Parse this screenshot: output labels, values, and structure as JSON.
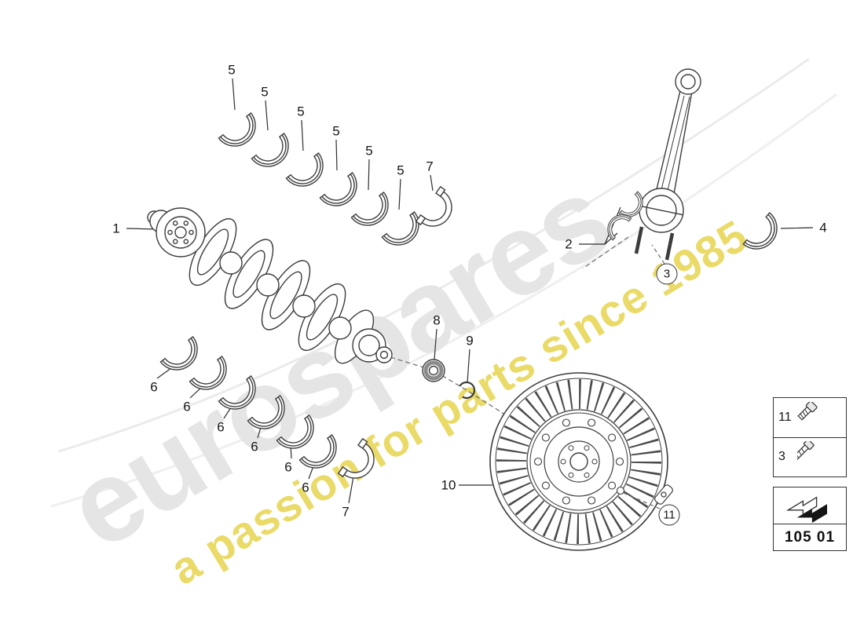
{
  "watermark": {
    "brand": "eurospares",
    "tagline": "a passion for parts since 1985",
    "brand_color": "#e5e5e5",
    "tagline_color": "#e7d44e"
  },
  "callouts": {
    "no1": "1",
    "no2": "2",
    "no3": "3",
    "no4": "4",
    "no5": "5",
    "no6": "6",
    "no7": "7",
    "no8": "8",
    "no9": "9",
    "no10": "10",
    "no11": "11"
  },
  "legend": {
    "rows": [
      {
        "ref": "11",
        "icon": "bolt-icon"
      },
      {
        "ref": "3",
        "icon": "bolt-icon"
      }
    ]
  },
  "part_code": "105 01",
  "line_color": "#3c3c3c"
}
